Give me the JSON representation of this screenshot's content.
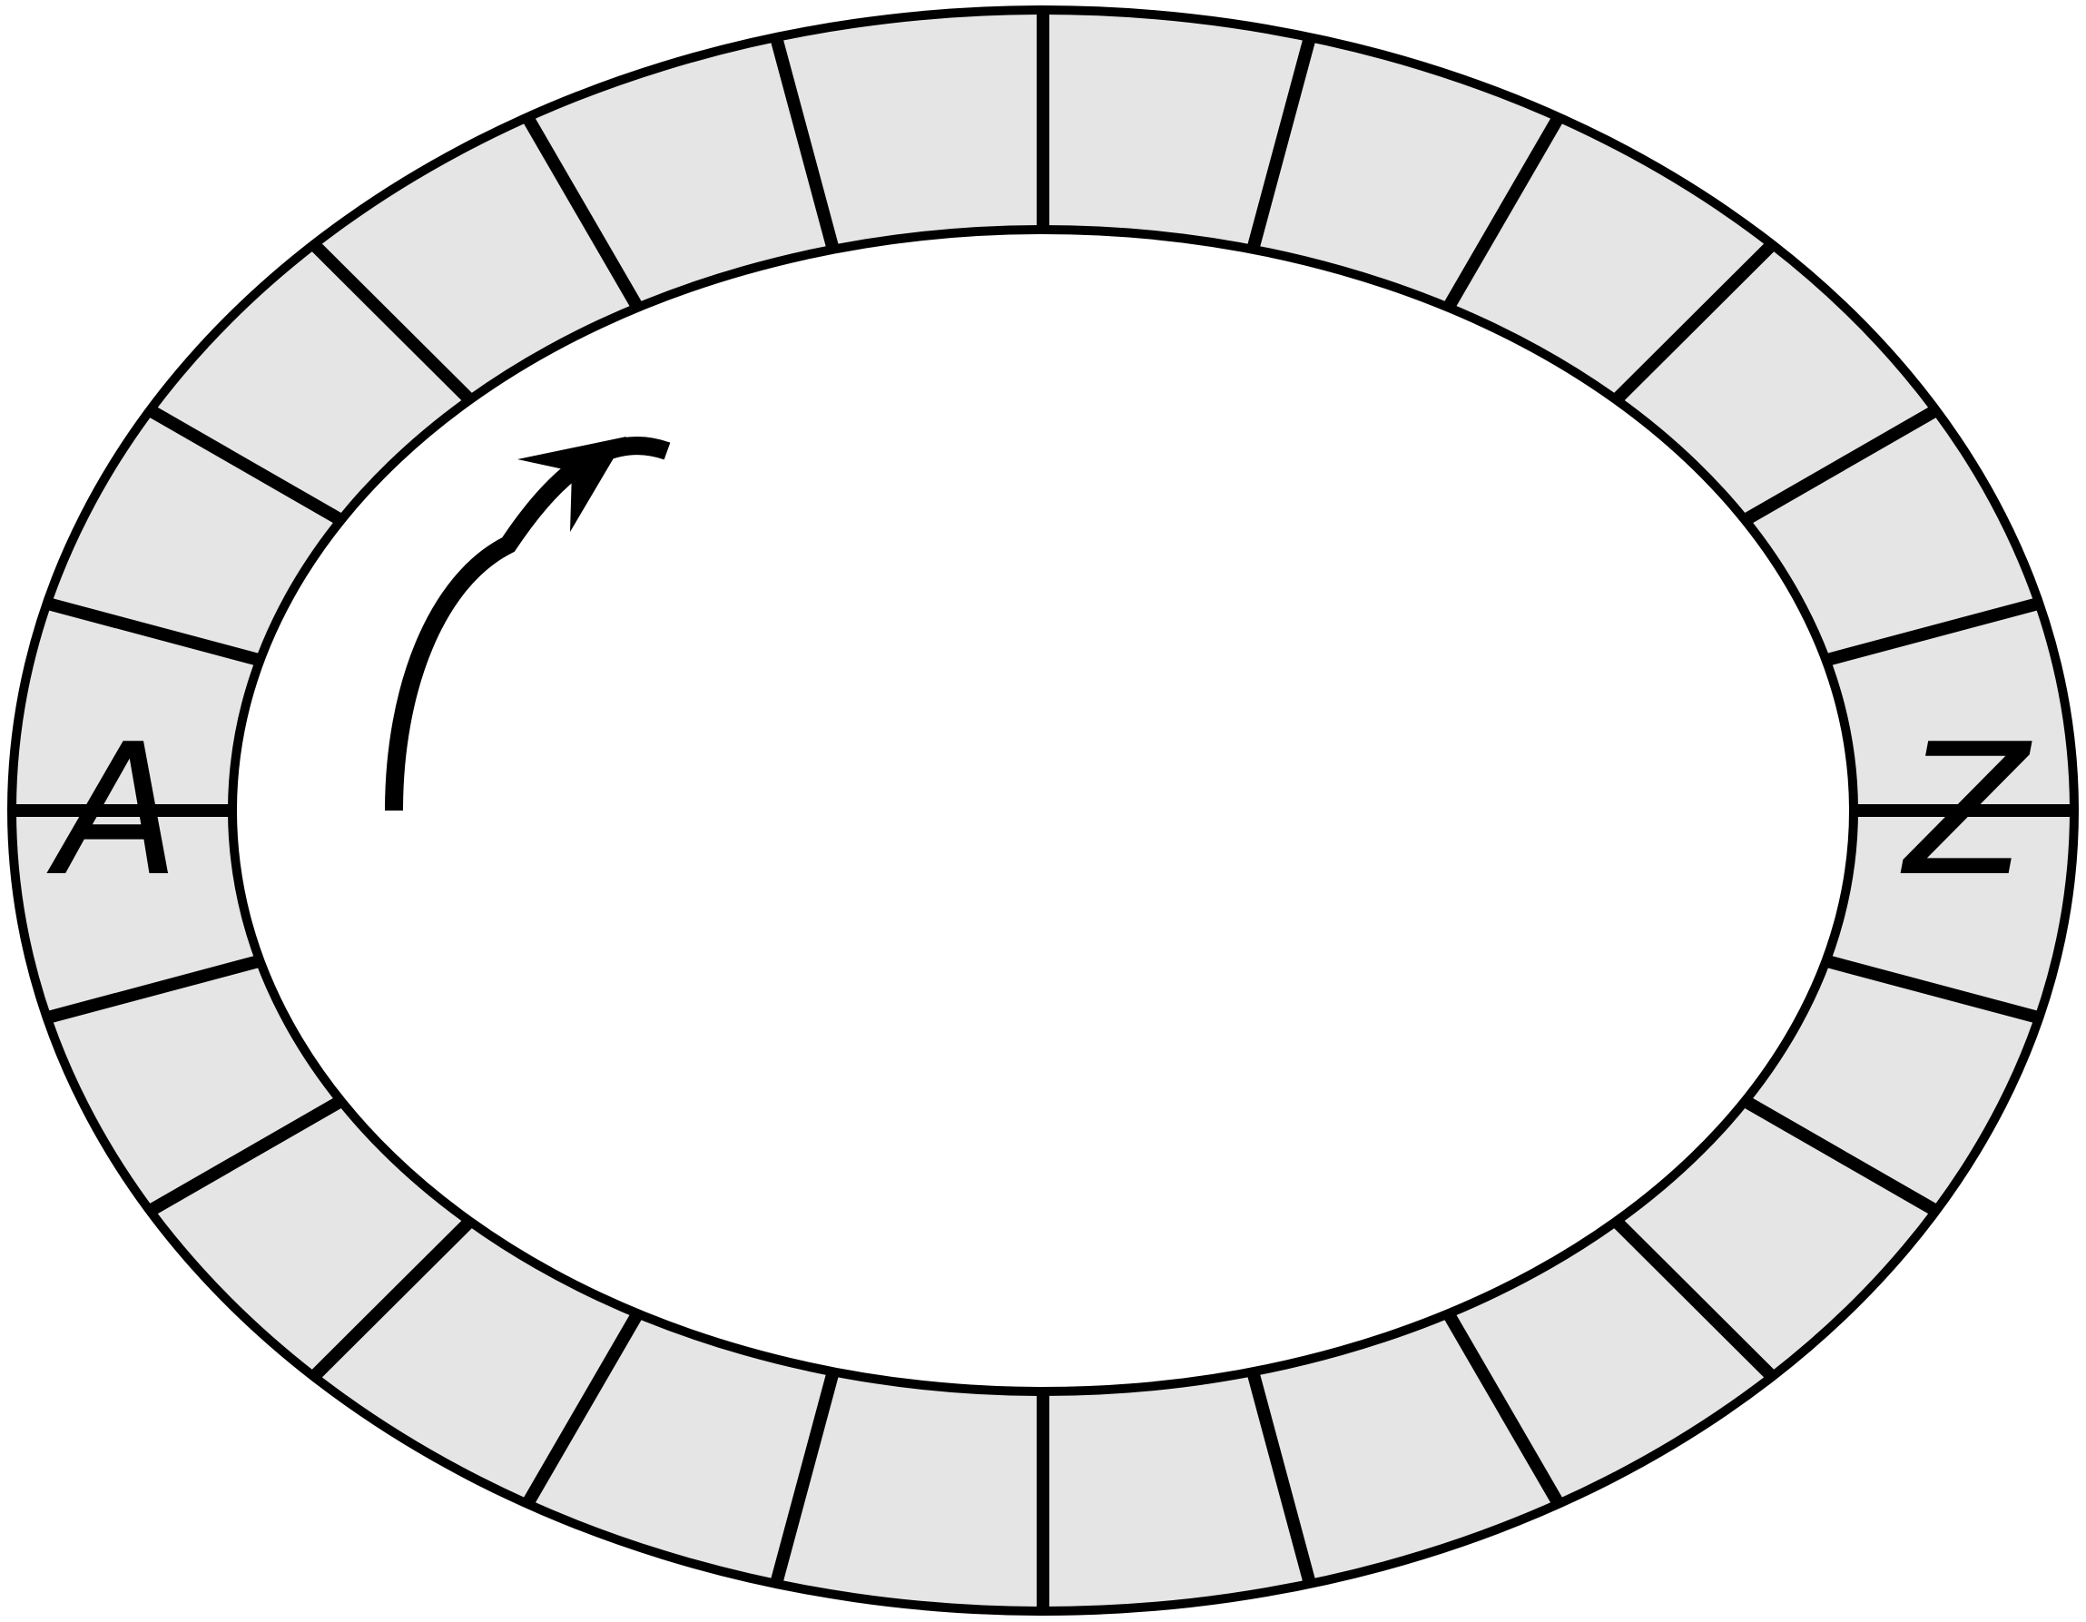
{
  "diagram": {
    "segment_count": 24,
    "colors": {
      "ring_fill": "#e5e5e5",
      "stroke": "#000000",
      "background": "#ffffff"
    },
    "labels": {
      "left": "A",
      "right": "Z"
    },
    "arrow": {
      "direction": "clockwise"
    }
  }
}
